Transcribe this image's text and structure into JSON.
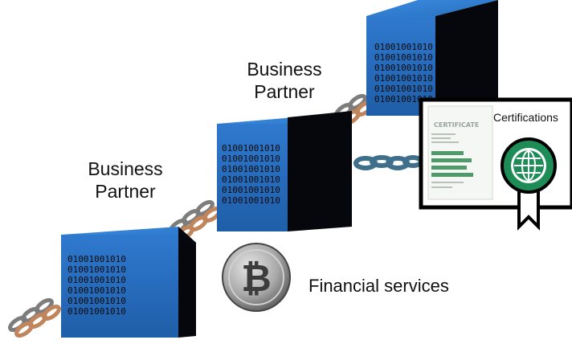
{
  "labels": {
    "business_partner_left": [
      "Business",
      "Partner"
    ],
    "business_partner_mid": [
      "Business",
      "Partner"
    ],
    "financial_services": "Financial services",
    "certifications": "Certifications"
  },
  "cube_binary": "01001001010",
  "certificate": {
    "heading": "CERTIFICATE"
  },
  "colors": {
    "cube_front": "#2a6fc2",
    "cube_top": "#2e7fd6",
    "cube_side": "#06070d",
    "link_grey": "#8a8a8a",
    "link_copper": "#c0855a",
    "link_steel_blue": "#3f6f8a",
    "badge_green": "#1e8c57",
    "coin_silver": "#a9a9a9"
  },
  "icons": {
    "coin": "bitcoin-coin-icon",
    "badge": "globe-award-badge-icon",
    "certificate": "certificate-document-icon"
  }
}
